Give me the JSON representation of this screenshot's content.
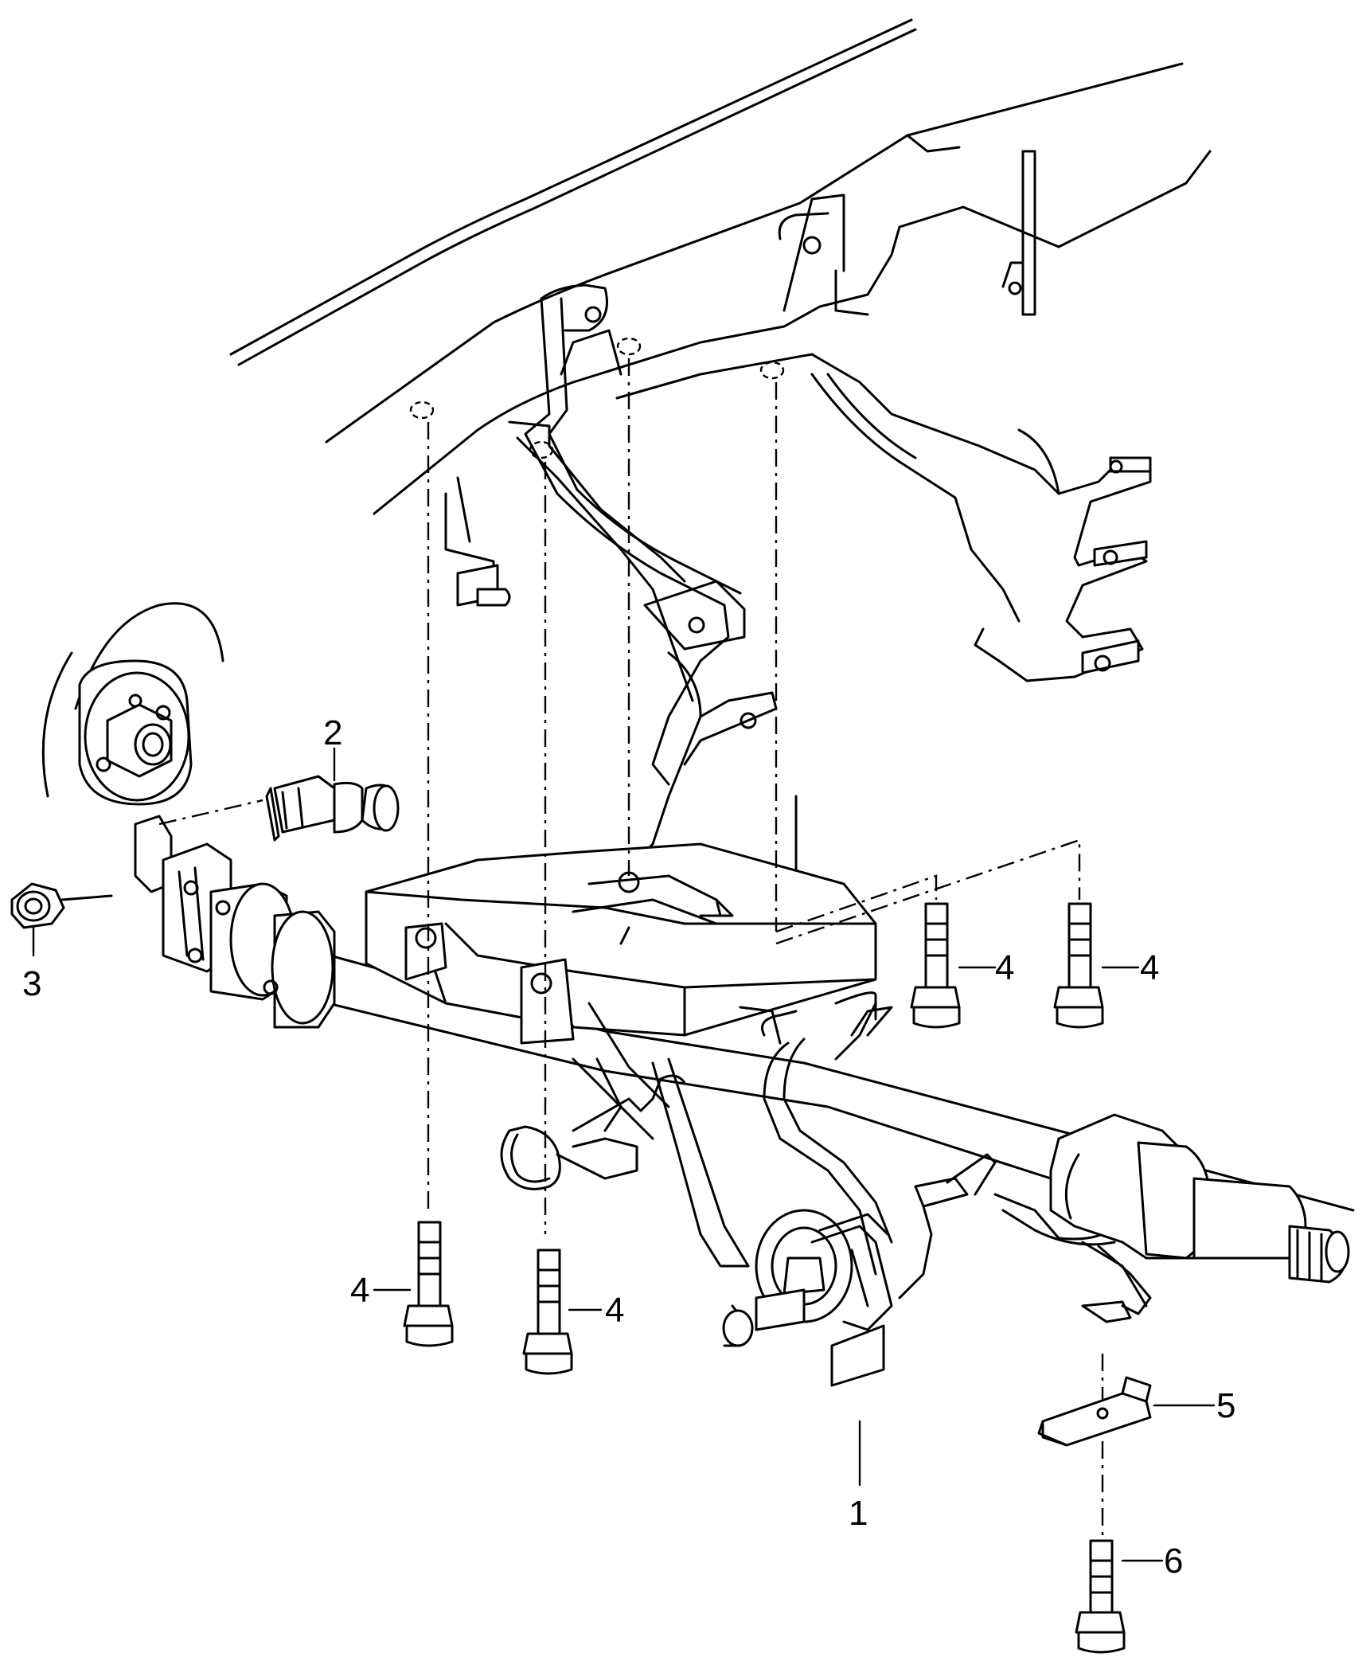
{
  "callouts": [
    {
      "number": "1"
    },
    {
      "number": "2"
    },
    {
      "number": "3"
    },
    {
      "number": "4"
    },
    {
      "number": "4"
    },
    {
      "number": "4"
    },
    {
      "number": "4"
    },
    {
      "number": "5"
    },
    {
      "number": "6"
    }
  ]
}
